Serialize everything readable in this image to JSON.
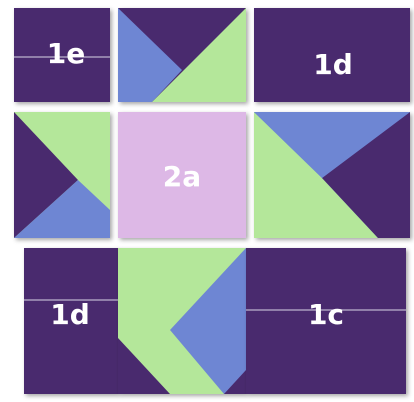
{
  "colors": {
    "purple": "#4a2a6e",
    "purple_dark": "#3f2260",
    "green": "#b4e79a",
    "blue": "#6e86d3",
    "lavender": "#ddb8e6",
    "seam": "#d9d6e6"
  },
  "blocks": {
    "top_left": {
      "label": "1e"
    },
    "top_right": {
      "label": "1d"
    },
    "center": {
      "label": "2a"
    },
    "bottom_left": {
      "label": "1d"
    },
    "bottom_right": {
      "label": "1c"
    }
  }
}
